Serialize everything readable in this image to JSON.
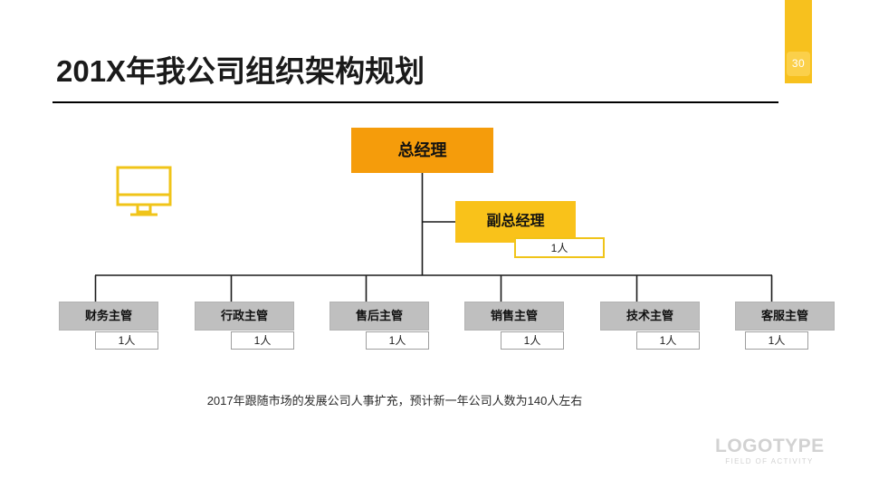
{
  "slide": {
    "title": "201X年我公司组织架构规划",
    "page_number": "30",
    "caption": "2017年跟随市场的发展公司人事扩充，预计新一年公司人数为140人左右"
  },
  "colors": {
    "accent_bar": "#f7c11e",
    "page_badge": "#fbd04a",
    "gm_box": "#f59c0b",
    "dgm_box": "#f9c21a",
    "supervisor_box": "#bfbfbf",
    "icon": "#f0c419",
    "rule": "#000000",
    "logo": "#d2d2d2"
  },
  "icons": {
    "monitor": "monitor-icon"
  },
  "org_chart": {
    "root": {
      "label": "总经理",
      "count": null
    },
    "deputy": {
      "label": "副总经理",
      "count": "1人"
    },
    "supervisors": [
      {
        "label": "财务主管",
        "count": "1人"
      },
      {
        "label": "行政主管",
        "count": "1人"
      },
      {
        "label": "售后主管",
        "count": "1人"
      },
      {
        "label": "销售主管",
        "count": "1人"
      },
      {
        "label": "技术主管",
        "count": "1人"
      },
      {
        "label": "客服主管",
        "count": "1人"
      }
    ]
  },
  "logo": {
    "name": "LOGOTYPE",
    "tagline": "FIELD OF ACTIVITY"
  }
}
